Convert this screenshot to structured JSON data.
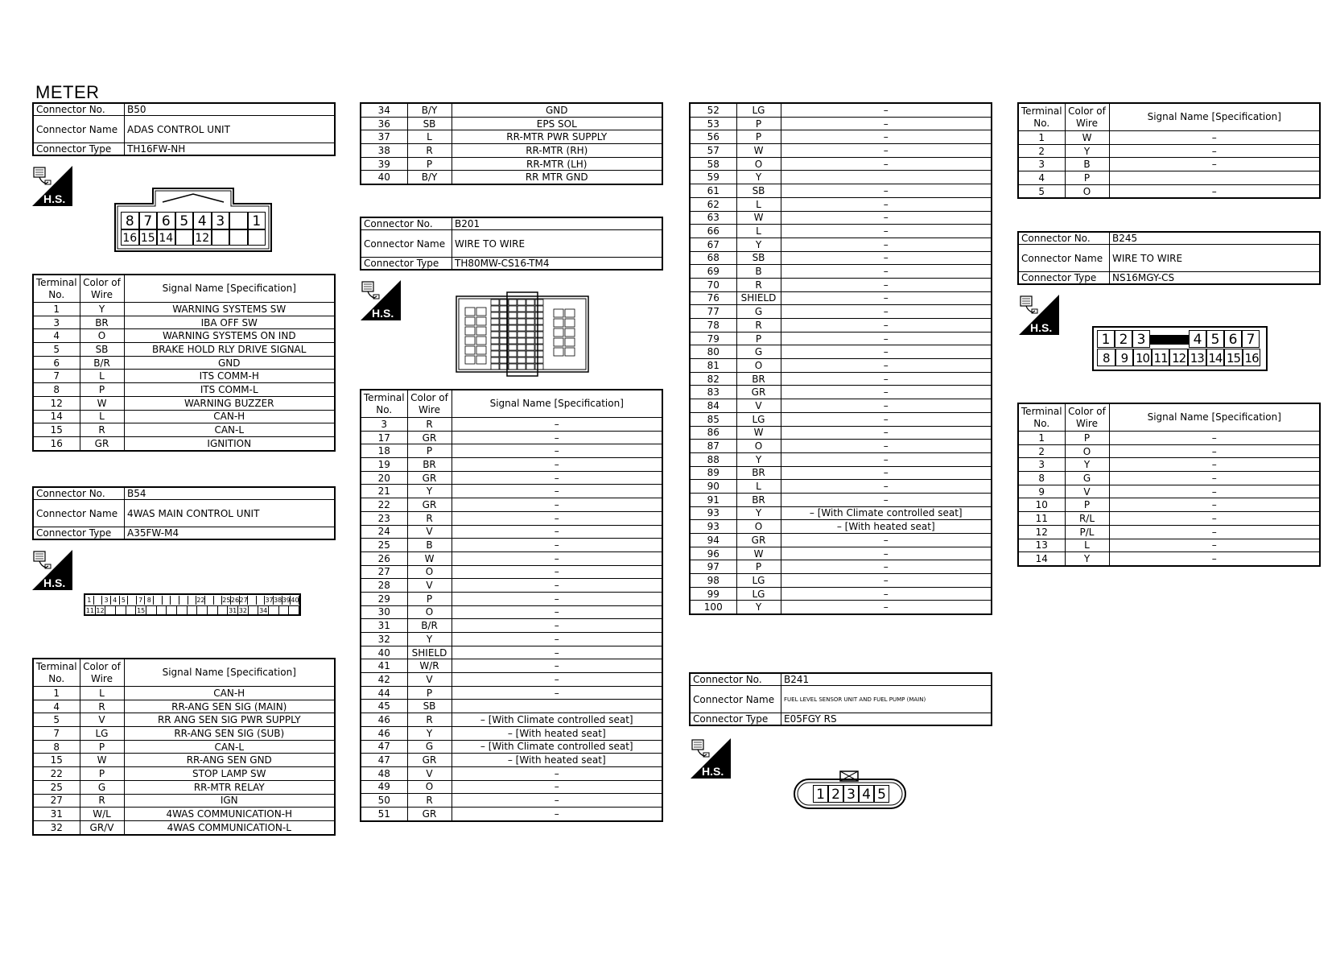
{
  "page_title": "METER",
  "headers": {
    "terminal": "Terminal No.",
    "color": "Color of Wire",
    "signal": "Signal Name [Specification]"
  },
  "labels": {
    "no": "Connector No.",
    "name": "Connector Name",
    "type": "Connector Type",
    "hs": "H.S."
  },
  "b50": {
    "no": "B50",
    "name": "ADAS CONTROL UNIT",
    "type": "TH16FW-NH",
    "pins_top": [
      "8",
      "7",
      "6",
      "5",
      "4",
      "3",
      "",
      "1"
    ],
    "pins_bottom": [
      "16",
      "15",
      "14",
      "",
      "12",
      "",
      "",
      ""
    ],
    "rows": [
      [
        "1",
        "Y",
        "WARNING SYSTEMS SW"
      ],
      [
        "3",
        "BR",
        "IBA OFF SW"
      ],
      [
        "4",
        "O",
        "WARNING SYSTEMS ON IND"
      ],
      [
        "5",
        "SB",
        "BRAKE HOLD RLY DRIVE SIGNAL"
      ],
      [
        "6",
        "B/R",
        "GND"
      ],
      [
        "7",
        "L",
        "ITS COMM-H"
      ],
      [
        "8",
        "P",
        "ITS COMM-L"
      ],
      [
        "12",
        "W",
        "WARNING BUZZER"
      ],
      [
        "14",
        "L",
        "CAN-H"
      ],
      [
        "15",
        "R",
        "CAN-L"
      ],
      [
        "16",
        "GR",
        "IGNITION"
      ]
    ]
  },
  "b54": {
    "no": "B54",
    "name": "4WAS MAIN CONTROL UNIT",
    "type": "A35FW-M4",
    "pins_top": [
      "1",
      "",
      "3",
      "4",
      "5",
      "",
      "7",
      "8",
      "",
      "",
      "",
      "",
      "",
      "22",
      "",
      "",
      "25",
      "26",
      "27",
      "",
      "",
      "37",
      "38",
      "39",
      "40"
    ],
    "pins_bottom": [
      "11",
      "12",
      "",
      "",
      "",
      "15",
      "",
      "",
      "",
      "",
      "",
      "",
      "",
      "",
      "31",
      "32",
      "",
      "34",
      "",
      "",
      ""
    ],
    "rows": [
      [
        "1",
        "L",
        "CAN-H"
      ],
      [
        "4",
        "R",
        "RR-ANG SEN SIG (MAIN)"
      ],
      [
        "5",
        "V",
        "RR ANG SEN SIG PWR SUPPLY"
      ],
      [
        "7",
        "LG",
        "RR-ANG SEN SIG (SUB)"
      ],
      [
        "8",
        "P",
        "CAN-L"
      ],
      [
        "15",
        "W",
        "RR-ANG SEN GND"
      ],
      [
        "22",
        "P",
        "STOP LAMP SW"
      ],
      [
        "25",
        "G",
        "RR-MTR RELAY"
      ],
      [
        "27",
        "R",
        "IGN"
      ],
      [
        "31",
        "W/L",
        "4WAS COMMUNICATION-H"
      ],
      [
        "32",
        "GR/V",
        "4WAS COMMUNICATION-L"
      ]
    ]
  },
  "b54_cont": {
    "rows": [
      [
        "34",
        "B/Y",
        "GND"
      ],
      [
        "36",
        "SB",
        "EPS SOL"
      ],
      [
        "37",
        "L",
        "RR-MTR PWR SUPPLY"
      ],
      [
        "38",
        "R",
        "RR-MTR (RH)"
      ],
      [
        "39",
        "P",
        "RR-MTR (LH)"
      ],
      [
        "40",
        "B/Y",
        "RR MTR GND"
      ]
    ]
  },
  "b201": {
    "no": "B201",
    "name": "WIRE TO WIRE",
    "type": "TH80MW-CS16-TM4",
    "rows": [
      [
        "3",
        "R",
        "–"
      ],
      [
        "17",
        "GR",
        "–"
      ],
      [
        "18",
        "P",
        "–"
      ],
      [
        "19",
        "BR",
        "–"
      ],
      [
        "20",
        "GR",
        "–"
      ],
      [
        "21",
        "Y",
        "–"
      ],
      [
        "22",
        "GR",
        "–"
      ],
      [
        "23",
        "R",
        "–"
      ],
      [
        "24",
        "V",
        "–"
      ],
      [
        "25",
        "B",
        "–"
      ],
      [
        "26",
        "W",
        "–"
      ],
      [
        "27",
        "O",
        "–"
      ],
      [
        "28",
        "V",
        "–"
      ],
      [
        "29",
        "P",
        "–"
      ],
      [
        "30",
        "O",
        "–"
      ],
      [
        "31",
        "B/R",
        "–"
      ],
      [
        "32",
        "Y",
        "–"
      ],
      [
        "40",
        "SHIELD",
        "–"
      ],
      [
        "41",
        "W/R",
        "–"
      ],
      [
        "42",
        "V",
        "–"
      ],
      [
        "44",
        "P",
        "–"
      ],
      [
        "45",
        "SB",
        ""
      ],
      [
        "46",
        "R",
        "– [With Climate controlled seat]"
      ],
      [
        "46",
        "Y",
        "– [With heated seat]"
      ],
      [
        "47",
        "G",
        "– [With Climate controlled seat]"
      ],
      [
        "47",
        "GR",
        "– [With heated seat]"
      ],
      [
        "48",
        "V",
        "–"
      ],
      [
        "49",
        "O",
        "–"
      ],
      [
        "50",
        "R",
        "–"
      ],
      [
        "51",
        "GR",
        "–"
      ]
    ]
  },
  "b201_cont": {
    "rows": [
      [
        "52",
        "LG",
        "–"
      ],
      [
        "53",
        "P",
        "–"
      ],
      [
        "56",
        "P",
        "–"
      ],
      [
        "57",
        "W",
        "–"
      ],
      [
        "58",
        "O",
        "–"
      ],
      [
        "59",
        "Y",
        ""
      ],
      [
        "61",
        "SB",
        "–"
      ],
      [
        "62",
        "L",
        "–"
      ],
      [
        "63",
        "W",
        "–"
      ],
      [
        "66",
        "L",
        "–"
      ],
      [
        "67",
        "Y",
        "–"
      ],
      [
        "68",
        "SB",
        "–"
      ],
      [
        "69",
        "B",
        "–"
      ],
      [
        "70",
        "R",
        "–"
      ],
      [
        "76",
        "SHIELD",
        "–"
      ],
      [
        "77",
        "G",
        "–"
      ],
      [
        "78",
        "R",
        "–"
      ],
      [
        "79",
        "P",
        "–"
      ],
      [
        "80",
        "G",
        "–"
      ],
      [
        "81",
        "O",
        "–"
      ],
      [
        "82",
        "BR",
        "–"
      ],
      [
        "83",
        "GR",
        "–"
      ],
      [
        "84",
        "V",
        "–"
      ],
      [
        "85",
        "LG",
        "–"
      ],
      [
        "86",
        "W",
        "–"
      ],
      [
        "87",
        "O",
        "–"
      ],
      [
        "88",
        "Y",
        "–"
      ],
      [
        "89",
        "BR",
        "–"
      ],
      [
        "90",
        "L",
        "–"
      ],
      [
        "91",
        "BR",
        "–"
      ],
      [
        "93",
        "Y",
        "– [With Climate controlled seat]"
      ],
      [
        "93",
        "O",
        "– [With heated seat]"
      ],
      [
        "94",
        "GR",
        "–"
      ],
      [
        "96",
        "W",
        "–"
      ],
      [
        "97",
        "P",
        "–"
      ],
      [
        "98",
        "LG",
        "–"
      ],
      [
        "99",
        "LG",
        "–"
      ],
      [
        "100",
        "Y",
        "–"
      ]
    ]
  },
  "b241": {
    "no": "B241",
    "name": "FUEL LEVEL SENSOR UNIT AND FUEL PUMP (MAIN)",
    "type": "E05FGY RS",
    "pins": [
      "1",
      "2",
      "3",
      "4",
      "5"
    ],
    "rows": [
      [
        "1",
        "W",
        "–"
      ],
      [
        "2",
        "Y",
        "–"
      ],
      [
        "3",
        "B",
        "–"
      ],
      [
        "4",
        "P",
        ""
      ],
      [
        "5",
        "O",
        "–"
      ]
    ]
  },
  "b245": {
    "no": "B245",
    "name": "WIRE TO WIRE",
    "type": "NS16MGY-CS",
    "pins_top": [
      "1",
      "2",
      "3",
      "",
      "4",
      "5",
      "6",
      "7"
    ],
    "pins_bottom": [
      "8",
      "9",
      "10",
      "11",
      "12",
      "13",
      "14",
      "15",
      "16"
    ],
    "rows": [
      [
        "1",
        "P",
        "–"
      ],
      [
        "2",
        "O",
        "–"
      ],
      [
        "3",
        "Y",
        "–"
      ],
      [
        "8",
        "G",
        "–"
      ],
      [
        "9",
        "V",
        "–"
      ],
      [
        "10",
        "P",
        "–"
      ],
      [
        "11",
        "R/L",
        "–"
      ],
      [
        "12",
        "P/L",
        "–"
      ],
      [
        "13",
        "L",
        "–"
      ],
      [
        "14",
        "Y",
        "–"
      ]
    ]
  }
}
